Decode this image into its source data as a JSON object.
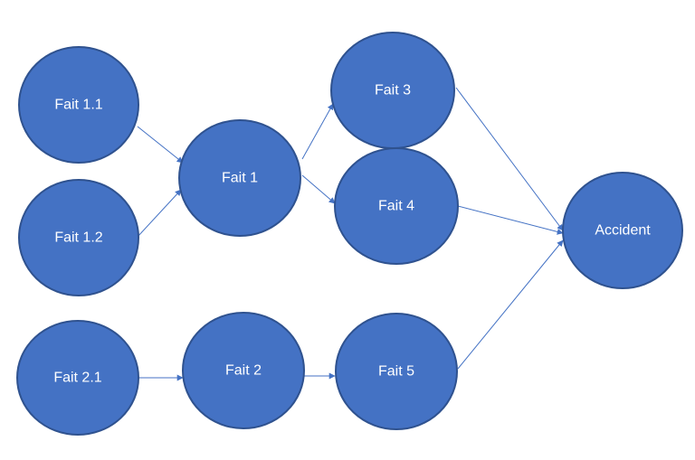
{
  "diagram": {
    "colors": {
      "node_fill": "#4472c4",
      "node_stroke": "#2f528f",
      "edge": "#4472c4",
      "label": "#ffffff"
    },
    "nodes": [
      {
        "id": "f11",
        "label": "Fait 1.1"
      },
      {
        "id": "f12",
        "label": "Fait 1.2"
      },
      {
        "id": "f21",
        "label": "Fait 2.1"
      },
      {
        "id": "f1",
        "label": "Fait 1"
      },
      {
        "id": "f2",
        "label": "Fait 2"
      },
      {
        "id": "f3",
        "label": "Fait 3"
      },
      {
        "id": "f4",
        "label": "Fait 4"
      },
      {
        "id": "f5",
        "label": "Fait 5"
      },
      {
        "id": "acc",
        "label": "Accident"
      }
    ],
    "edges": [
      {
        "from": "f11",
        "to": "f1"
      },
      {
        "from": "f12",
        "to": "f1"
      },
      {
        "from": "f1",
        "to": "f3"
      },
      {
        "from": "f1",
        "to": "f4"
      },
      {
        "from": "f21",
        "to": "f2"
      },
      {
        "from": "f2",
        "to": "f5"
      },
      {
        "from": "f3",
        "to": "acc"
      },
      {
        "from": "f4",
        "to": "acc"
      },
      {
        "from": "f5",
        "to": "acc"
      }
    ]
  }
}
